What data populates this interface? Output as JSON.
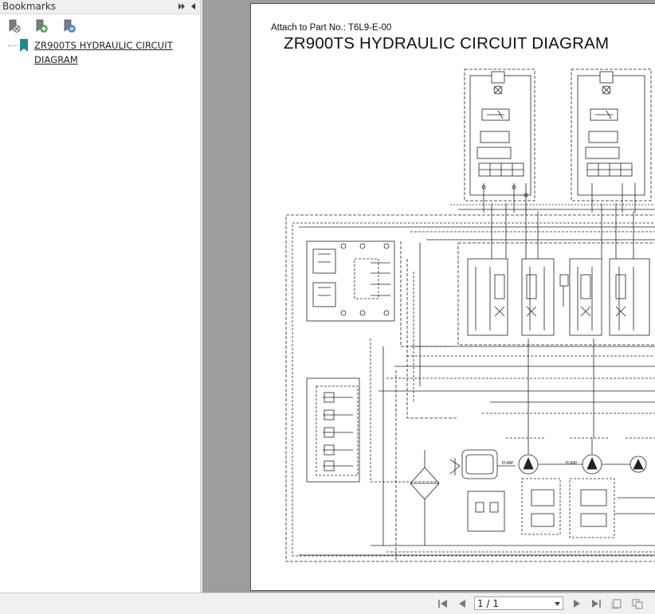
{
  "bookmarks": {
    "title": "Bookmarks",
    "items": [
      {
        "label": "ZR900TS HYDRAULIC CIRCUIT DIAGRAM "
      }
    ]
  },
  "document": {
    "part_no": "Attach to Part No.: T6L9-E-00",
    "title": "ZR900TS HYDRAULIC CIRCUIT DIAGRAM"
  },
  "navigation": {
    "page_indicator": "1 / 1"
  },
  "icons": {
    "panel_options": "double-chevron-right-icon",
    "panel_collapse": "triangle-left-icon",
    "delete_bookmark": "delete-bookmark-icon",
    "add_bookmark": "add-bookmark-icon",
    "expand_bookmark": "expand-bookmark-icon",
    "bookmark": "bookmark-ribbon-icon",
    "first_page": "first-page-icon",
    "prev_page": "previous-page-icon",
    "next_page": "next-page-icon",
    "last_page": "last-page-icon"
  },
  "colors": {
    "bookmark_accent": "#1e8a8a",
    "doc_background": "#9d9d9d"
  }
}
